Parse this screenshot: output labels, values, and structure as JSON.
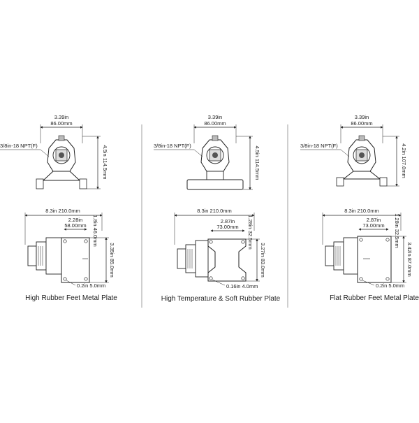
{
  "panels": [
    {
      "caption": "High Rubber Feet Metal Plate",
      "top_width_in": "3.39in",
      "top_width_mm": "86.00mm",
      "port_label": "3/8in-18 NPT(F)",
      "height_label": "4.5in 114.5mm",
      "len_in_mm": "8.3in   210.0mm",
      "hole_spacing_in": "2.28in",
      "hole_spacing_mm": "58.00mm",
      "side_offset": "1.8in 46.0mm",
      "plate_height": "3.35in 85.0mm",
      "hole_dia": "0.2in   5.0mm"
    },
    {
      "caption": "High Temperature & Soft Rubber Plate",
      "top_width_in": "3.39in",
      "top_width_mm": "86.00mm",
      "port_label": "3/8in-18 NPT(F)",
      "height_label": "4.5in 114.5mm",
      "len_in_mm": "8.3in   210.0mm",
      "hole_spacing_in": "2.87in",
      "hole_spacing_mm": "73.00mm",
      "side_offset": "1.28in 32.5mm",
      "plate_height": "3.27in 83.0mm",
      "hole_dia": "0.16in   4.0mm"
    },
    {
      "caption": "Flat Rubber Feet Metal Plate",
      "top_width_in": "3.39in",
      "top_width_mm": "86.00mm",
      "port_label": "3/8in-18 NPT(F)",
      "height_label": "4.2in 107.0mm",
      "len_in_mm": "8.3in   210.0mm",
      "hole_spacing_in": "2.87in",
      "hole_spacing_mm": "73.00mm",
      "side_offset": "1.28in 32.5mm",
      "plate_height": "3.42in 87.0mm",
      "hole_dia": "0.2in   5.0mm"
    }
  ]
}
